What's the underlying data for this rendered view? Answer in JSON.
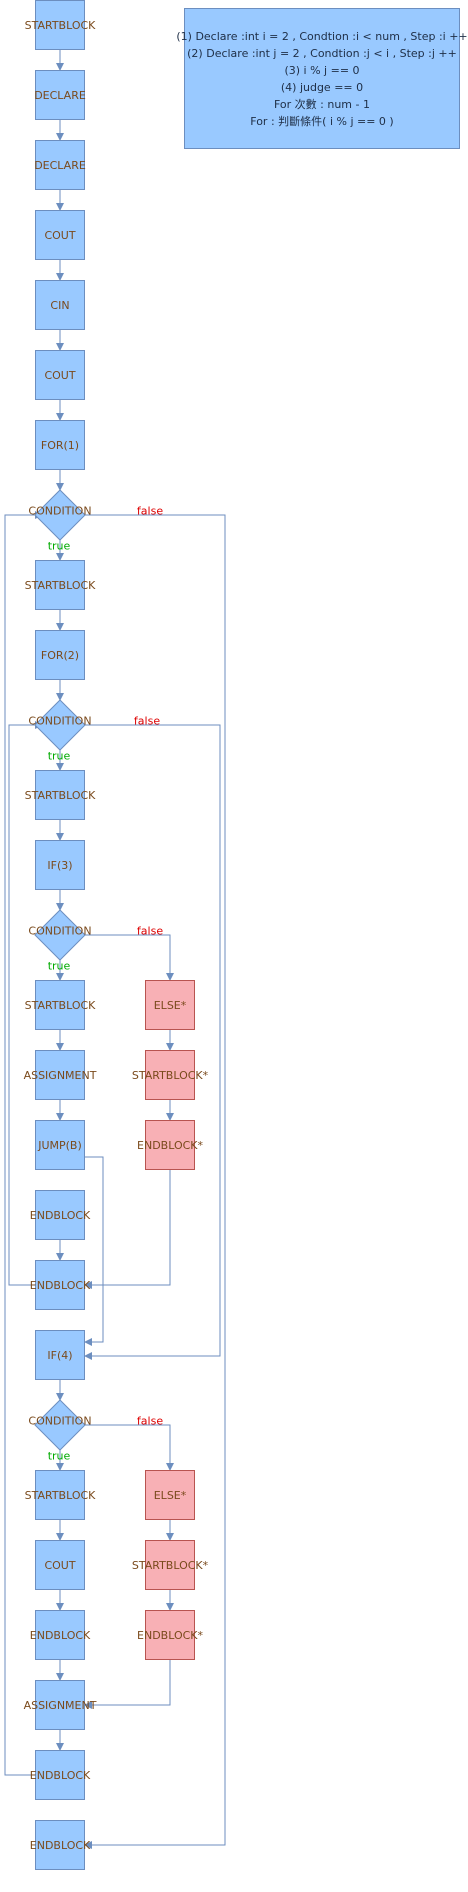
{
  "notes": {
    "line1": "(1)  Declare :int i = 2  , Condtion :i < num , Step :i ++",
    "line2": "(2)  Declare :int j = 2  , Condtion :j < i , Step :j ++",
    "line3": "(3) i % j == 0",
    "line4": "(4) judge == 0",
    "line5": "For 次數 : num - 1",
    "line6": "For : 判斷條件( i % j == 0 )"
  },
  "nodes": {
    "n1": "STARTBLOCK",
    "n2": "DECLARE",
    "n3": "DECLARE",
    "n4": "COUT",
    "n5": "CIN",
    "n6": "COUT",
    "n7": "FOR(1)",
    "c1": "CONDITION",
    "n8": "STARTBLOCK",
    "n9": "FOR(2)",
    "c2": "CONDITION",
    "n10": "STARTBLOCK",
    "n11": "IF(3)",
    "c3": "CONDITION",
    "n12": "STARTBLOCK",
    "n13": "ASSIGNMENT",
    "n14": "JUMP(B)",
    "n15": "ENDBLOCK",
    "n16": "ENDBLOCK",
    "e1": "ELSE*",
    "e2": "STARTBLOCK*",
    "e3": "ENDBLOCK*",
    "n17": "IF(4)",
    "c4": "CONDITION",
    "n18": "STARTBLOCK",
    "n19": "COUT",
    "n20": "ENDBLOCK",
    "e4": "ELSE*",
    "e5": "STARTBLOCK*",
    "e6": "ENDBLOCK*",
    "n21": "ASSIGNMENT",
    "n22": "ENDBLOCK",
    "n23": "ENDBLOCK"
  },
  "edge_labels": {
    "true": "true",
    "false": "false"
  },
  "colors": {
    "block_fill": "#99c9ff",
    "block_stroke": "#6c8ebf",
    "else_fill": "#f8b0b5",
    "else_stroke": "#b85450",
    "arrow": "#6c8ebf",
    "true": "#00aa00",
    "false": "#dd0000"
  }
}
